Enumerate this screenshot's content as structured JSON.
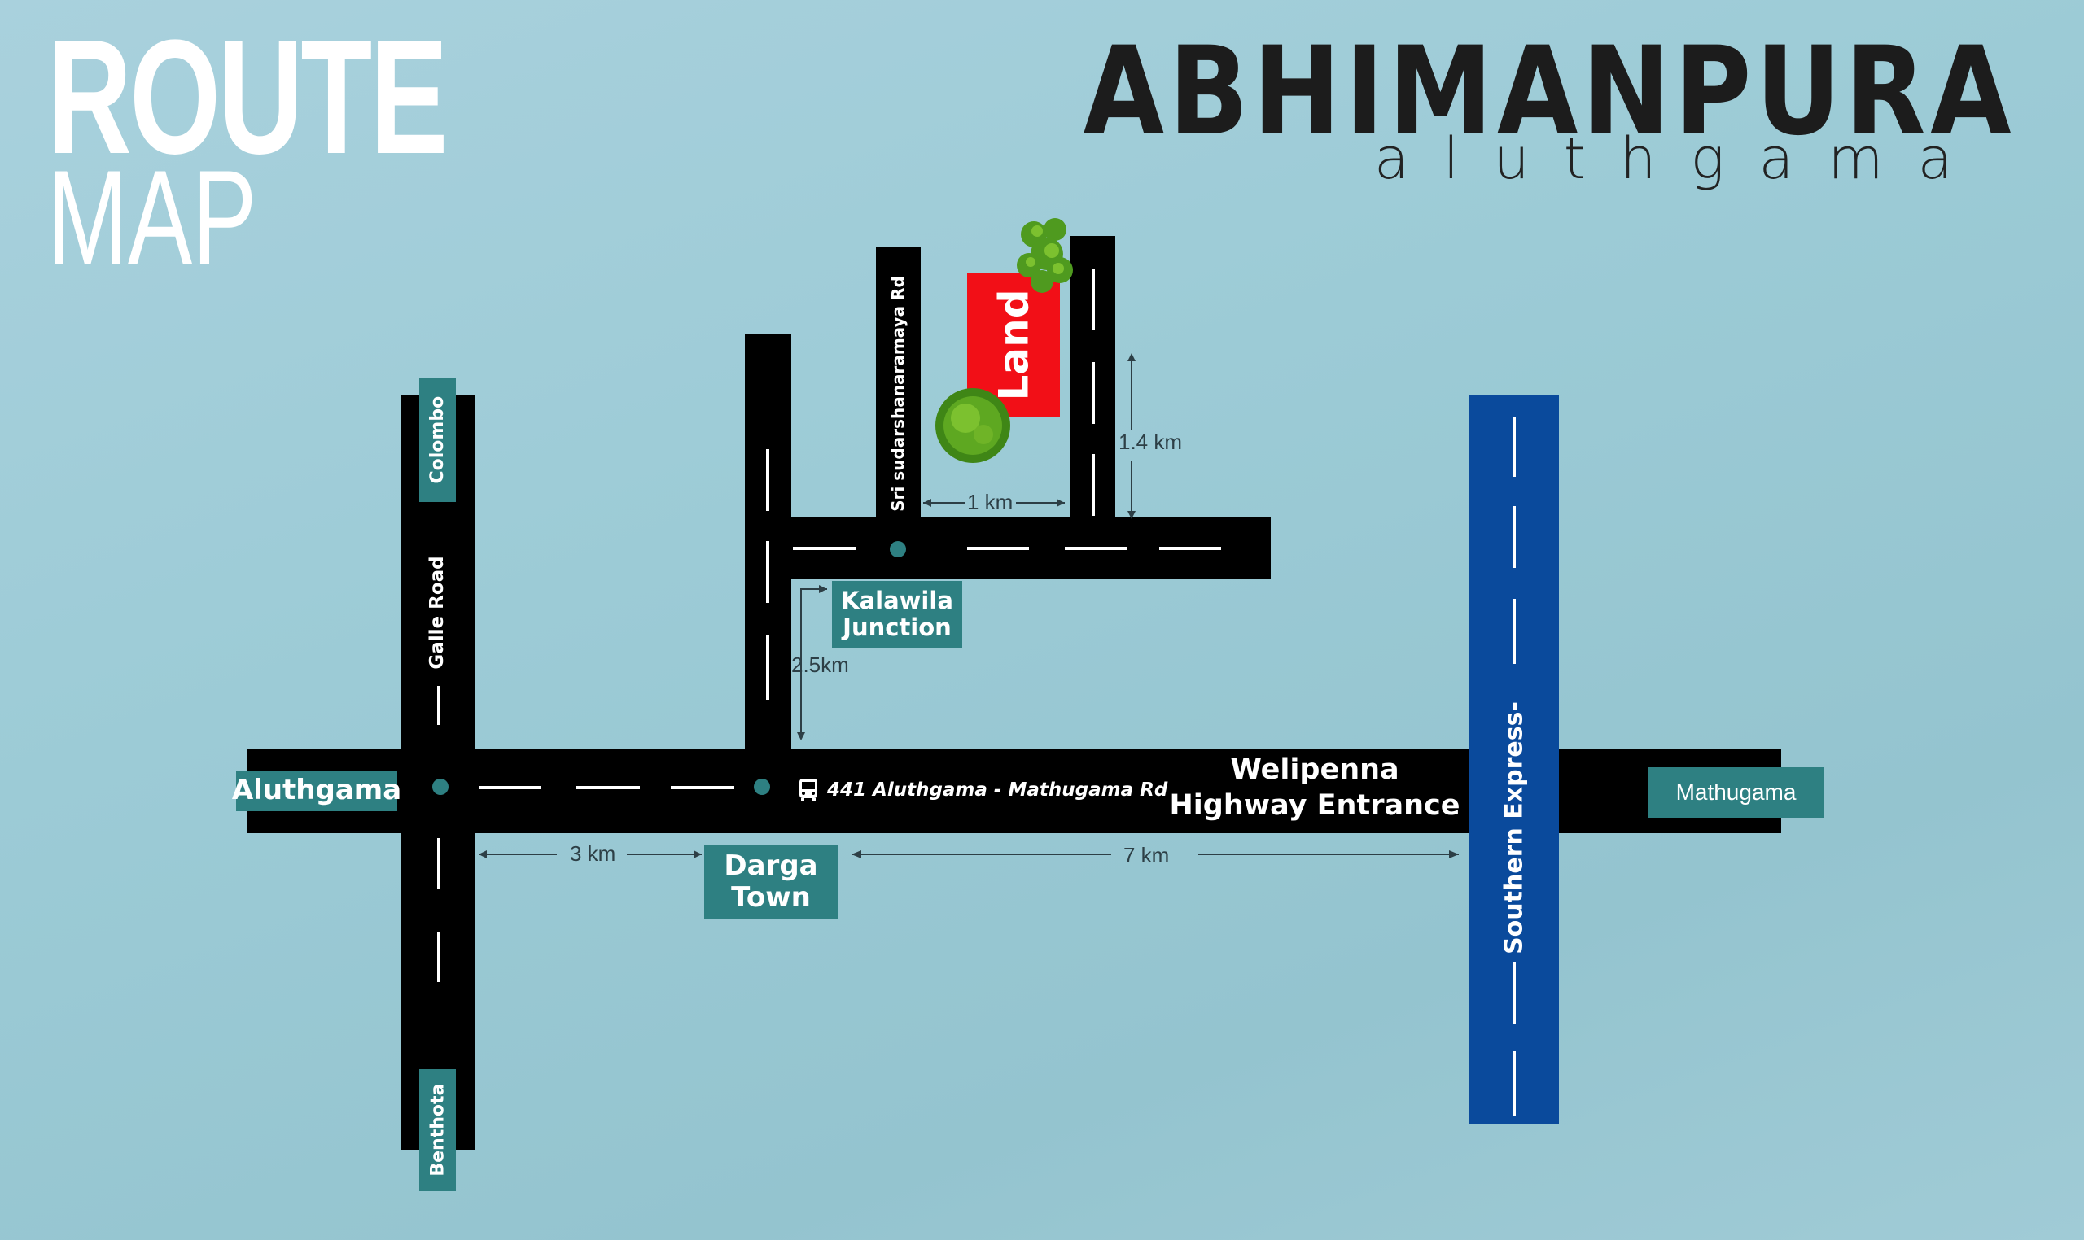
{
  "header": {
    "route": "ROUTE",
    "map": "MAP",
    "brand": "ABHIMANPURA",
    "brand_sub": "aluthgama"
  },
  "roads": {
    "galle_road": "Galle Road",
    "sri_sudarshanaramaya_rd": "Sri sudarshanaramaya Rd",
    "aluthgama_mathugama_rd": "441 Aluthgama - Mathugama Rd",
    "southern_express": "Southern Express-"
  },
  "places": {
    "aluthgama": "Aluthgama",
    "colombo": "Colombo",
    "benthota": "Benthota",
    "darga_town": "Darga Town",
    "kalawila_junction": "Kalawila Junction",
    "welipenna_entrance": "Welipenna Highway Entrance",
    "mathugama": "Mathugama",
    "land": "Land"
  },
  "distances": {
    "aluthgama_to_darga": "3 km",
    "darga_to_highway": "7 km",
    "darga_to_kalawila": "2.5km",
    "kalawila_to_land_road": "1 km",
    "land_road_length": "1.4 km"
  },
  "colors": {
    "tag": "#2e8082",
    "road": "#000000",
    "highway": "#0a4a9c",
    "land": "#f20f17",
    "tree": "#4f9a1f"
  },
  "icons": {
    "bus": "bus-icon",
    "tree": "tree-icon"
  }
}
